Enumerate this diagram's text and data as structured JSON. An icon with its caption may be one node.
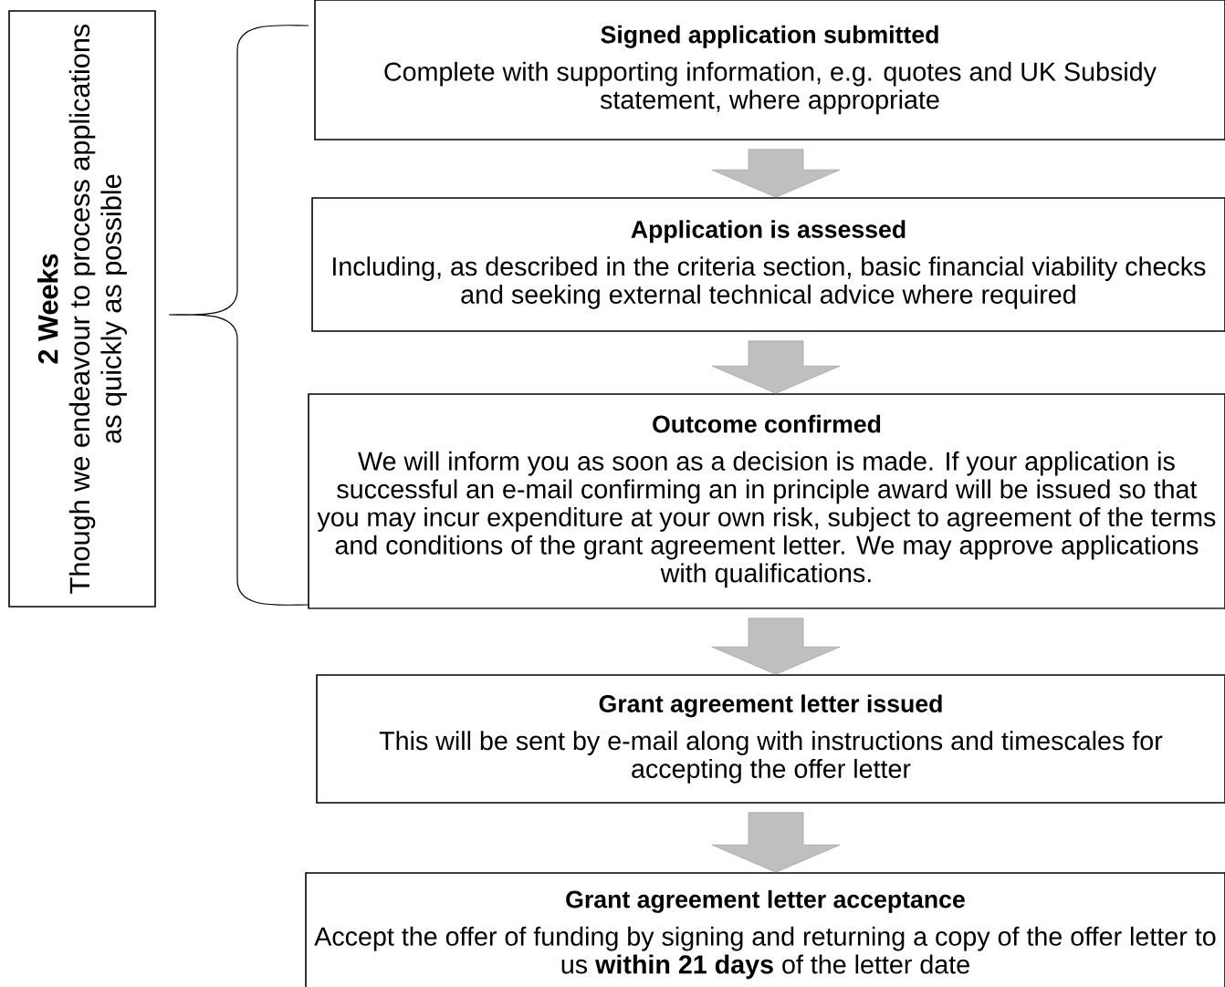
{
  "diagram": {
    "nodes": [
      {
        "text": [
          "2 Weeks",
          "Though we endeavour to process applications as quickly as possible"
        ]
      },
      {
        "text": [
          "Signed application submitted",
          "Complete with supporting information, e.g. quotes and UK Subsidy statement, where appropriate"
        ]
      },
      {
        "text": [
          "Application is assessed",
          "Including, as described in the criteria section, basic financial viability checks and seeking external technical advice where required"
        ]
      },
      {
        "text": [
          "Outcome confirmed",
          "We will inform you as soon as a decision is made. If your application is successful an e-mail confirming an in principle award will be issued so that you may incur expenditure at your own risk, subject to agreement of the terms and conditions of the grant agreement letter. We may approve applications with qualifications."
        ]
      },
      {
        "text": [
          "Grant agreement letter issued",
          "This will be sent by e-mail along with instructions and timescales for accepting the offer letter"
        ]
      },
      {
        "text": [
          "Grant agreement letter acceptance",
          "Accept the offer of funding by signing and returning a copy of the offer letter to us **within 21 days** of the letter date"
        ]
      }
    ],
    "edges": [
      {
        "from": 1,
        "to": 2,
        "arrow": "to"
      },
      {
        "from": 2,
        "to": 3,
        "arrow": "to"
      },
      {
        "from": 3,
        "to": 4,
        "arrow": "to"
      },
      {
        "from": 4,
        "to": 5,
        "arrow": "to"
      }
    ]
  }
}
